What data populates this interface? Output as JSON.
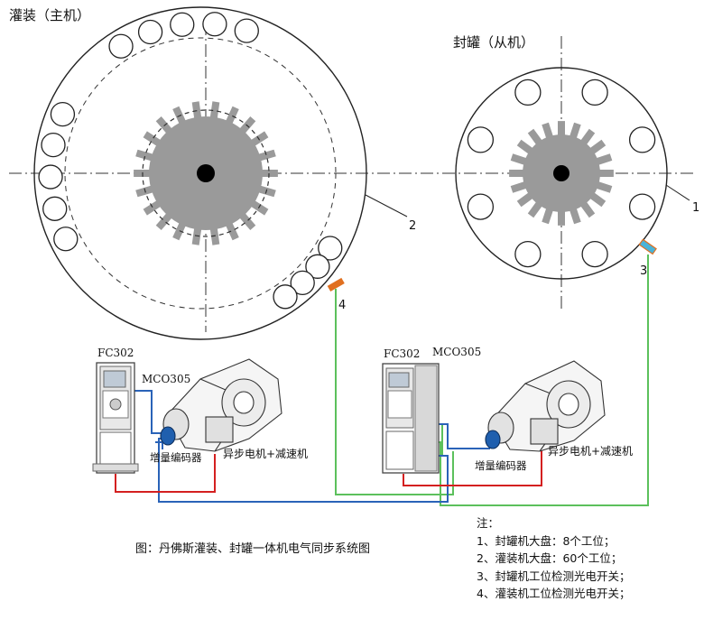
{
  "titles": {
    "master": "灌装（主机）",
    "slave": "封罐（从机）"
  },
  "callouts": {
    "n1": "1",
    "n2": "2",
    "n3": "3",
    "n4": "4"
  },
  "drives": {
    "left": {
      "fc": "FC302",
      "mco": "MCO305",
      "encoder": "增量编码器",
      "motor": "异步电机+减速机"
    },
    "right": {
      "fc": "FC302",
      "mco": "MCO305",
      "encoder": "增量编码器",
      "motor": "异步电机+减速机"
    }
  },
  "caption": "图：丹佛斯灌装、封罐一体机电气同步系统图",
  "notes": {
    "heading": "注：",
    "items": [
      "1、封罐机大盘：8个工位；",
      "2、灌装机大盘：60个工位；",
      "3、封罐机工位检测光电开关；",
      "4、灌装机工位检测光电开关；"
    ]
  },
  "colors": {
    "wire_red": "#d42020",
    "wire_blue": "#2a63b8",
    "wire_green": "#5cc05c",
    "sensor_orange": "#e07020",
    "sensor_cyan": "#4ab3d8",
    "gear_gray": "#9a9a9a",
    "encoder_blue": "#1f5fae"
  }
}
